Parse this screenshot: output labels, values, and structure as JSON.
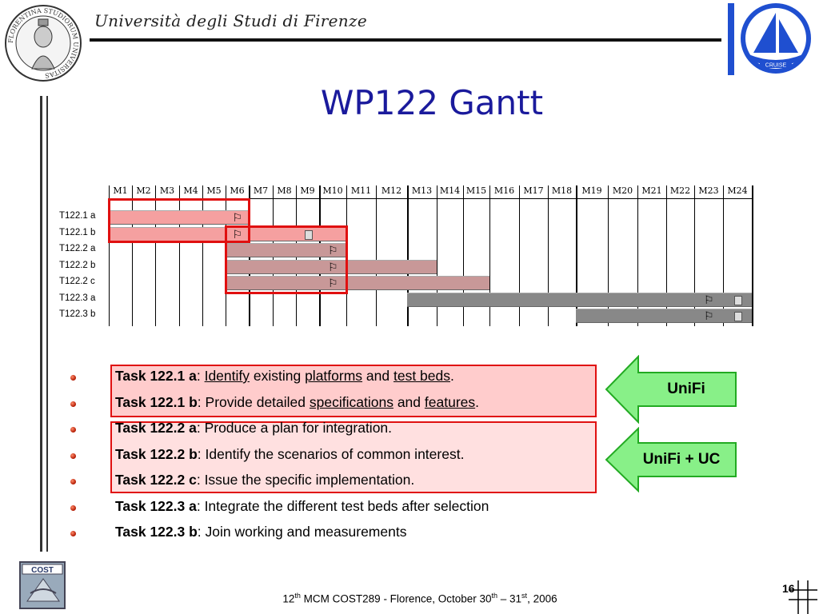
{
  "header": {
    "university": "Università degli Studi di Firenze",
    "seal_text": "FLORENTINA STUDIORUM UNIVERSITAS",
    "right_logo_text": "CRUISE"
  },
  "title": "WP122 Gantt",
  "gantt": {
    "months": [
      "M1",
      "M2",
      "M3",
      "M4",
      "M5",
      "M6",
      "M7",
      "M8",
      "M9",
      "M10",
      "M11",
      "M12",
      "M13",
      "M14",
      "M15",
      "M16",
      "M17",
      "M18",
      "M19",
      "M20",
      "M21",
      "M22",
      "M23",
      "M24"
    ],
    "rows": [
      {
        "label": "T122.1 a",
        "start": 1,
        "end": 6,
        "color": "#f5a0a0",
        "milestone": "M6",
        "deliverable": ""
      },
      {
        "label": "T122.1 b",
        "start": 1,
        "end": 10,
        "color": "#f5a0a0",
        "milestone": "M6",
        "deliverable": "M9"
      },
      {
        "label": "T122.2 a",
        "start": 6,
        "end": 10,
        "color": "#c89898",
        "milestone": "M10",
        "deliverable": ""
      },
      {
        "label": "T122.2 b",
        "start": 6,
        "end": 13,
        "color": "#c89898",
        "milestone": "M10",
        "deliverable": ""
      },
      {
        "label": "T122.2 c",
        "start": 6,
        "end": 15,
        "color": "#c89898",
        "milestone": "M10",
        "deliverable": ""
      },
      {
        "label": "T122.3 a",
        "start": 13,
        "end": 24,
        "color": "#888888",
        "milestone": "M23",
        "deliverable": "M24"
      },
      {
        "label": "T122.3 b",
        "start": 19,
        "end": 24,
        "color": "#888888",
        "milestone": "M23",
        "deliverable": "M24"
      }
    ]
  },
  "tasks": [
    {
      "id": "Task 122.1 a",
      "parts": [
        ": ",
        "Identify",
        " existing ",
        "platforms",
        " and ",
        "test beds",
        "."
      ],
      "underline": [
        1,
        3,
        5
      ]
    },
    {
      "id": "Task 122.1 b",
      "parts": [
        ": Provide detailed ",
        "specifications",
        " and ",
        "features",
        "."
      ],
      "underline": [
        1,
        3
      ]
    },
    {
      "id": "Task 122.2 a",
      "parts": [
        ": Produce a plan for integration."
      ],
      "underline": []
    },
    {
      "id": "Task 122.2 b",
      "parts": [
        ": Identify the scenarios of common interest."
      ],
      "underline": []
    },
    {
      "id": "Task 122.2 c",
      "parts": [
        ": Issue the specific implementation."
      ],
      "underline": []
    },
    {
      "id": "Task 122.3 a",
      "parts": [
        ": Integrate the different test beds after selection"
      ],
      "underline": []
    },
    {
      "id": "Task 122.3 b",
      "parts": [
        ": Join working and measurements"
      ],
      "underline": []
    }
  ],
  "arrows": [
    {
      "label": "UniFi"
    },
    {
      "label": "UniFi + UC"
    }
  ],
  "footer": {
    "text_prefix": "12",
    "sup1": "th",
    "text_mid": " MCM COST289 - Florence, October 30",
    "sup2": "th",
    "text_mid2": " – 31",
    "sup3": "st",
    "text_end": ", 2006",
    "page_number": "16",
    "cost_logo_text": "COST"
  },
  "colors": {
    "title": "#1a1a9c",
    "red_box": "#e01010",
    "arrow_fill": "#88f088",
    "arrow_stroke": "#22aa22"
  }
}
